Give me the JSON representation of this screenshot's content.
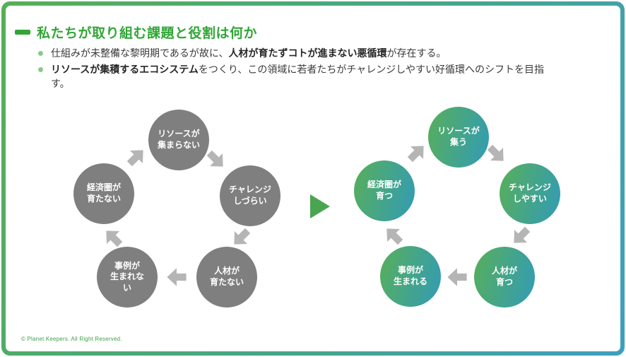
{
  "slide": {
    "title": "私たちが取り組む課題と役割は何か",
    "footer": "© Planet Keepers. All Right Reserved."
  },
  "bullets": {
    "b1": {
      "pre": "仕組みが未整備な黎明期であるが故に、",
      "bold": "人材が育たずコトが進まない悪循環",
      "post": "が存在する。"
    },
    "b2": {
      "bold": "リソースが集積するエコシステム",
      "post": "をつくり、この領域に若者たちがチャレンジしやすい好循環へのシフトを目指す。"
    }
  },
  "cycles": {
    "negative": {
      "nodes": [
        {
          "label": "リソースが\n集まらない"
        },
        {
          "label": "チャレンジ\nしづらい"
        },
        {
          "label": "人材が\n育たない"
        },
        {
          "label": "事例が\n生まれな\nい"
        },
        {
          "label": "経済圏が\n育たない"
        }
      ]
    },
    "positive": {
      "nodes": [
        {
          "label": "リソースが\n集う"
        },
        {
          "label": "チャレンジ\nしやすい"
        },
        {
          "label": "人材が\n育つ"
        },
        {
          "label": "事例が\n生まれる"
        },
        {
          "label": "経済圏が\n育つ"
        }
      ]
    }
  },
  "colors": {
    "accent_green": "#31a637",
    "negative_node_gray": "#7f7f7f",
    "positive_gradient_start": "#56ae5e",
    "positive_gradient_end": "#349cb2",
    "arrow_gray": "#b5b5b5",
    "frame_gradient_start": "#54b054",
    "frame_gradient_end": "#3f9fc0"
  }
}
